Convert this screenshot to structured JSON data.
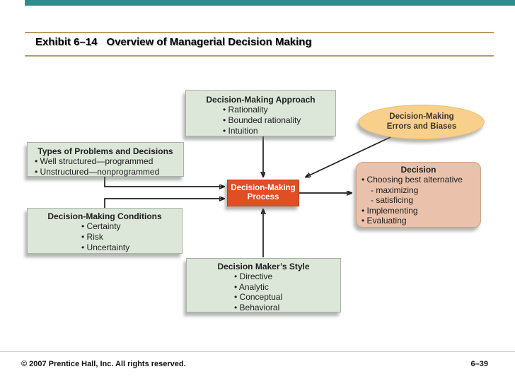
{
  "slide": {
    "header": {
      "exhibit_label": "Exhibit 6–14",
      "title": "Overview of Managerial Decision Making"
    },
    "footer": {
      "copyright": "© 2007 Prentice Hall, Inc. All rights reserved.",
      "page_number": "6–39"
    },
    "colors": {
      "top_bar_teal": "#2e8c8c",
      "title_rule_tan": "#b89a68",
      "node_green": "#dce6d9",
      "process_red": "#e04e23",
      "errors_gold": "#f8d08c",
      "decision_tan": "#eac2ab"
    },
    "diagram": {
      "approach": {
        "title": "Decision-Making Approach",
        "items": [
          "• Rationality",
          "• Bounded rationality",
          "• Intuition"
        ]
      },
      "errors": {
        "title": "Decision-Making Errors and Biases"
      },
      "types": {
        "title": "Types of Problems and Decisions",
        "items": [
          "• Well structured—programmed",
          "• Unstructured—nonprogrammed"
        ]
      },
      "conditions": {
        "title": "Decision-Making Conditions",
        "items": [
          "• Certainty",
          "• Risk",
          "• Uncertainty"
        ]
      },
      "process": {
        "title": "Decision-Making Process"
      },
      "decision": {
        "title": "Decision",
        "items": [
          "• Choosing best alternative",
          "- maximizing",
          "- satisficing",
          "• Implementing",
          "• Evaluating"
        ]
      },
      "style": {
        "title": "Decision Maker’s Style",
        "items": [
          "• Directive",
          "• Analytic",
          "• Conceptual",
          "• Behavioral"
        ]
      }
    }
  }
}
